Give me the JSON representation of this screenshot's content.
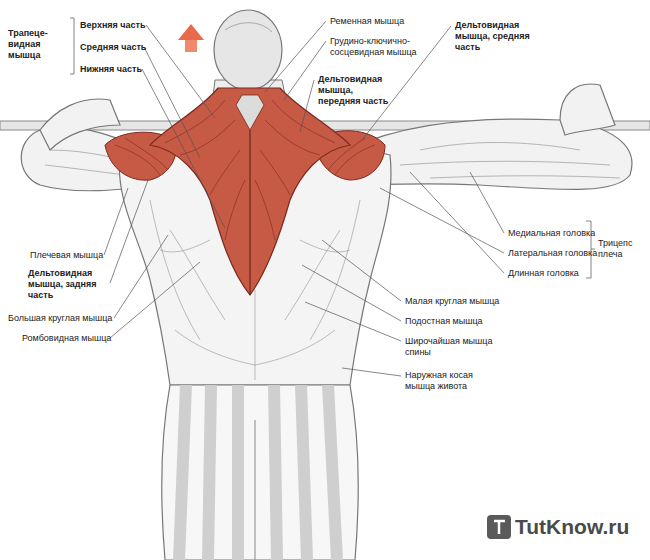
{
  "diagram": {
    "labels": [
      "Трапеце- видная мышца",
      "Верхняя часть",
      "Средняя часть",
      "Нижняя часть",
      "Ременная мышца",
      "Грудино-ключично- сосцевидная мышца",
      "Дельтовидная мышца, передняя часть",
      "Дельтовидная мышца, средняя часть",
      "Плечевая мышца",
      "Дельтовидная мышца, задняя часть",
      "Большая круглая мышца",
      "Ромбовидная мышца",
      "Медиальная головка",
      "Латеральная головка",
      "Длинная головка",
      "Трицепс плеча",
      "Малая круглая мышца",
      "Подостная мышца",
      "Широчайшая мышца спины",
      "Наружная косая мышца живота",
      "TutKnow.ru"
    ]
  }
}
